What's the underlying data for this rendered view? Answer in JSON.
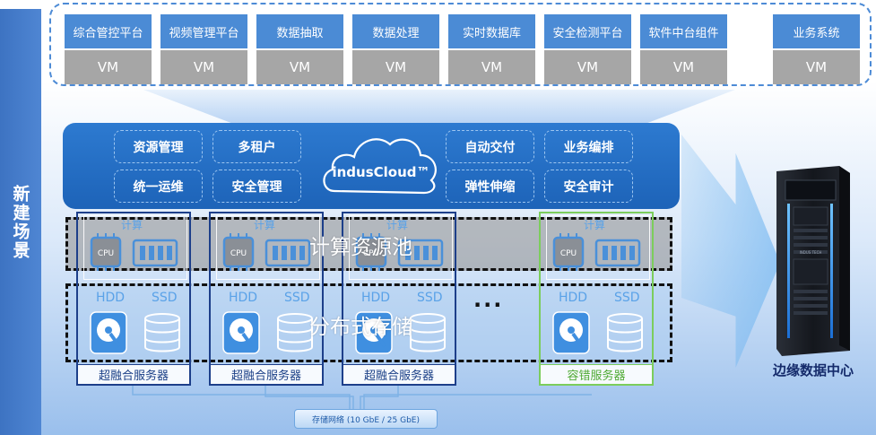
{
  "side_label": "新建场景",
  "apps": [
    {
      "name": "综合管控平台",
      "vm": "VM"
    },
    {
      "name": "视频管理平台",
      "vm": "VM"
    },
    {
      "name": "数据抽取",
      "vm": "VM"
    },
    {
      "name": "数据处理",
      "vm": "VM"
    },
    {
      "name": "实时数据库",
      "vm": "VM"
    },
    {
      "name": "安全检测平台",
      "vm": "VM"
    },
    {
      "name": "软件中台组件",
      "vm": "VM"
    },
    {
      "name": "业务系统",
      "vm": "VM"
    }
  ],
  "apps_ellipsis": "…",
  "cloud": {
    "name": "indusCloud™",
    "features": [
      "资源管理",
      "多租户",
      "统一运维",
      "安全管理",
      "自动交付",
      "业务编排",
      "弹性伸缩",
      "安全审计"
    ]
  },
  "compute_pool_title": "计算资源池",
  "storage_pool_title": "分布式存储",
  "servers": [
    {
      "compute": "计算",
      "cpu": "CPU",
      "hdd": "HDD",
      "ssd": "SSD",
      "label": "超融合服务器"
    },
    {
      "compute": "计算",
      "cpu": "CPU",
      "hdd": "HDD",
      "ssd": "SSD",
      "label": "超融合服务器"
    },
    {
      "compute": "计算",
      "cpu": "CPU",
      "hdd": "HDD",
      "ssd": "SSD",
      "label": "超融合服务器"
    },
    {
      "compute": "计算",
      "cpu": "CPU",
      "hdd": "HDD",
      "ssd": "SSD",
      "label": "容错服务器"
    }
  ],
  "servers_ellipsis": "···",
  "network_label": "存储网络 (10 GbE / 25 GbE)",
  "rack_tag": "INDUS TECH",
  "edge_dc_label": "边缘数据中心",
  "colors": {
    "app_blue": "#4b8bd5",
    "vm_gray": "#a6a6a6",
    "cloud_blue": "#2d7ad0",
    "server_border": "#1d3f8a",
    "fault_tolerant_green": "#7ccd5c"
  }
}
